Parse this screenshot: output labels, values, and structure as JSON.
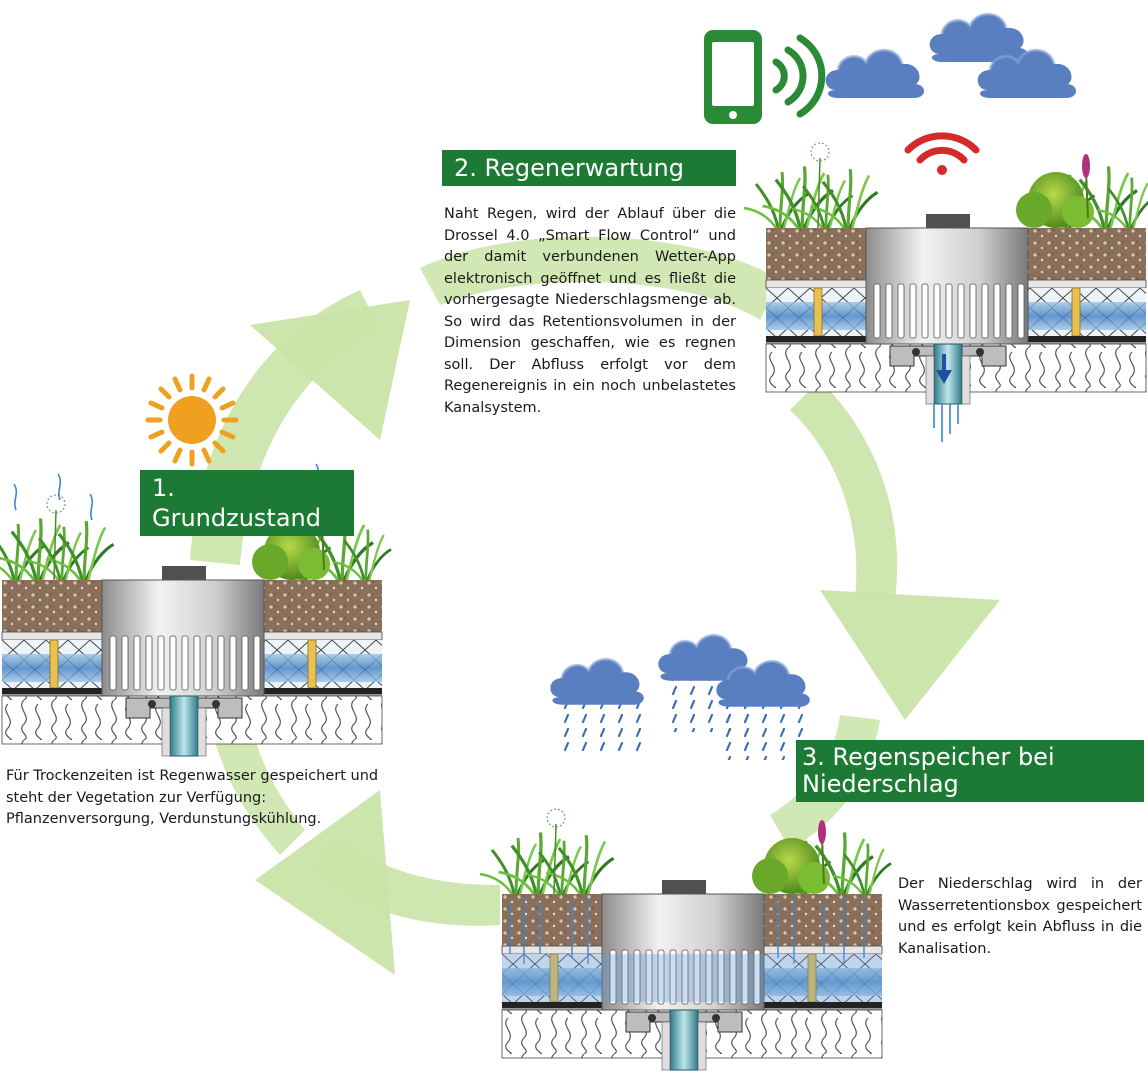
{
  "steps": [
    {
      "title": "1. Grundzustand",
      "text": "Für Trockenzeiten ist Regenwasser gespeichert und steht der Vegetation zur Verfügung: Pflanzenversorgung, Verdunstungskühlung."
    },
    {
      "title": "2. Regenerwartung",
      "text": "Naht Regen, wird der Ablauf über die Drossel 4.0 „Smart Flow Control“ und der damit verbundenen Wetter-App elektronisch geöffnet und es fließt die vorhergesagte Niederschlagsmenge ab. So wird das Retentionsvolumen in der Dimension geschaffen, wie es regnen soll. Der Abfluss erfolgt vor dem Regenereignis in ein noch unbelastetes Kanalsystem."
    },
    {
      "title_line1": "3. Regenspeicher bei",
      "title_line2": "Niederschlag",
      "text": "Der Niederschlag wird in der Wasserretentionsbox gespeichert und es erfolgt kein Abfluss in die Kanalisation."
    }
  ],
  "colors": {
    "label_green": "#1c7a35",
    "cycle_arrow": "#c9e4a8",
    "phone_green": "#2a8a35",
    "signal_red": "#d42a2a",
    "cloud_blue": "#5a7fc0",
    "sun_orange": "#f0a020",
    "water_blue": "#4a86c6"
  },
  "icons": [
    "smartphone-icon",
    "signal-waves-icon",
    "wifi-signal-icon",
    "cloud-icon",
    "rain-cloud-icon",
    "sun-icon"
  ]
}
